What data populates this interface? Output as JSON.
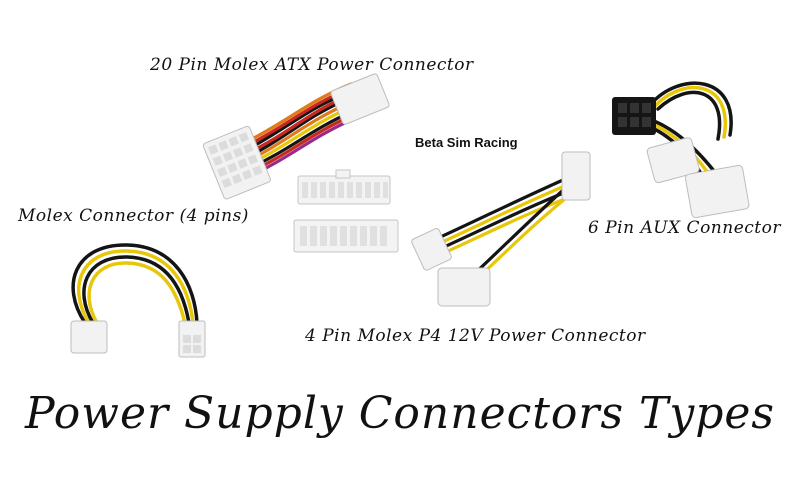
{
  "labels": {
    "atx": "20 Pin Molex ATX Power Connector",
    "molex4": "Molex Connector (4 pins)",
    "brand": "Beta Sim Racing",
    "aux6": "6 Pin AUX Connector",
    "p4": "4 Pin Molex P4 12V Power Connector"
  },
  "title": "Power Supply Connectors Types",
  "colors": {
    "wire_black": "#141414",
    "wire_yellow": "#e8c70a",
    "wire_red": "#c8281e",
    "wire_orange": "#e07a1a",
    "plug_white": "#f2f2f2",
    "plug_black": "#151515"
  }
}
